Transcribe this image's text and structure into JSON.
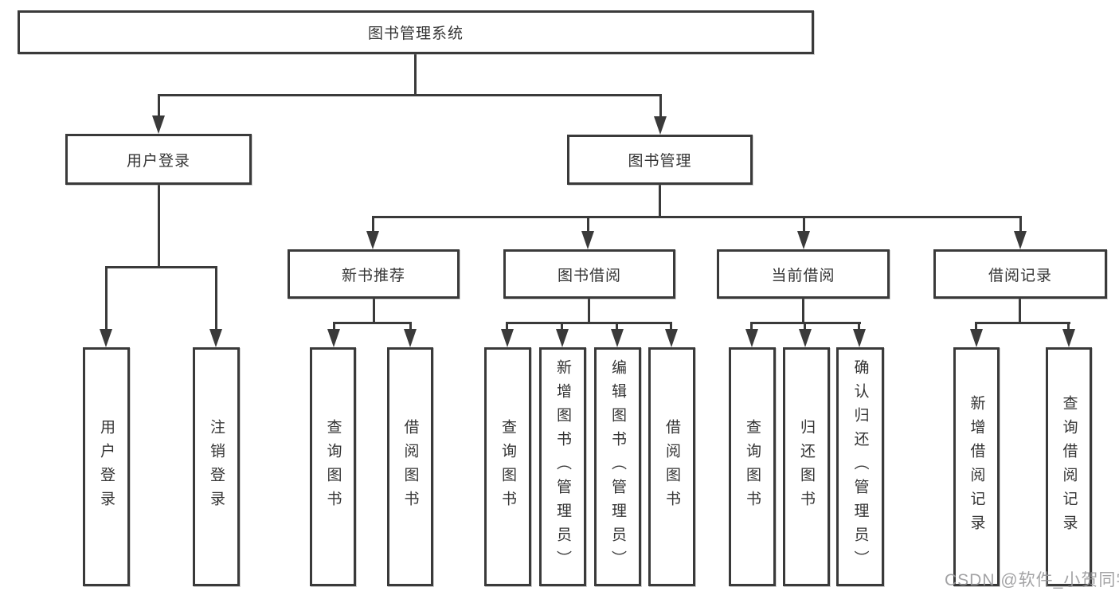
{
  "diagram": {
    "root": {
      "label": "图书管理系统"
    },
    "level2": [
      {
        "label": "用户登录"
      },
      {
        "label": "图书管理"
      }
    ],
    "level3": [
      {
        "label": "新书推荐",
        "parent": "图书管理"
      },
      {
        "label": "图书借阅",
        "parent": "图书管理"
      },
      {
        "label": "当前借阅",
        "parent": "图书管理"
      },
      {
        "label": "借阅记录",
        "parent": "图书管理"
      }
    ],
    "leaves": [
      {
        "label": "用户登录",
        "parent": "用户登录"
      },
      {
        "label": "注销登录",
        "parent": "用户登录"
      },
      {
        "label": "查询图书",
        "parent": "新书推荐"
      },
      {
        "label": "借阅图书",
        "parent": "新书推荐"
      },
      {
        "label": "查询图书",
        "parent": "图书借阅"
      },
      {
        "label": "新增图书（管理员）",
        "parent": "图书借阅"
      },
      {
        "label": "编辑图书（管理员）",
        "parent": "图书借阅"
      },
      {
        "label": "借阅图书",
        "parent": "图书借阅"
      },
      {
        "label": "查询图书",
        "parent": "当前借阅"
      },
      {
        "label": "归还图书",
        "parent": "当前借阅"
      },
      {
        "label": "确认归还（管理员）",
        "parent": "当前借阅"
      },
      {
        "label": "新增借阅记录",
        "parent": "借阅记录"
      },
      {
        "label": "查询借阅记录",
        "parent": "借阅记录"
      }
    ]
  },
  "watermark": {
    "text": "CSDN @软件_小贺同学"
  },
  "colors": {
    "line": "#3a3a3a",
    "text": "#343434",
    "box_bg": "#ffffff",
    "watermark": "#969698"
  }
}
